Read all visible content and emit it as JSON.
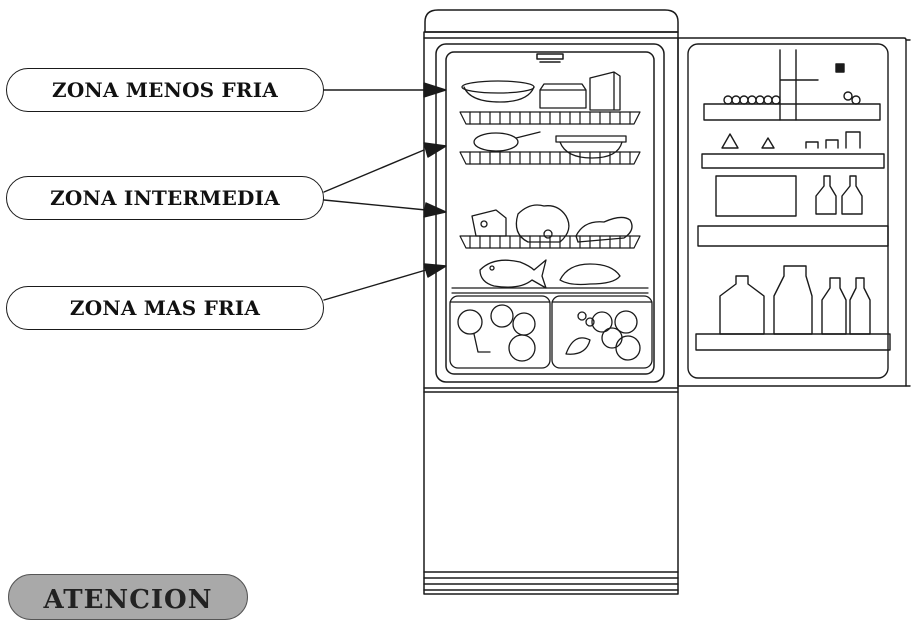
{
  "zones": {
    "less_cold": "ZONA MENOS FRIA",
    "intermediate": "ZONA INTERMEDIA",
    "coldest": "ZONA MAS FRIA"
  },
  "notice": {
    "label": "ATENCION"
  },
  "colors": {
    "line": "#1a1a1a",
    "notice_fill": "#a9a9a9"
  }
}
